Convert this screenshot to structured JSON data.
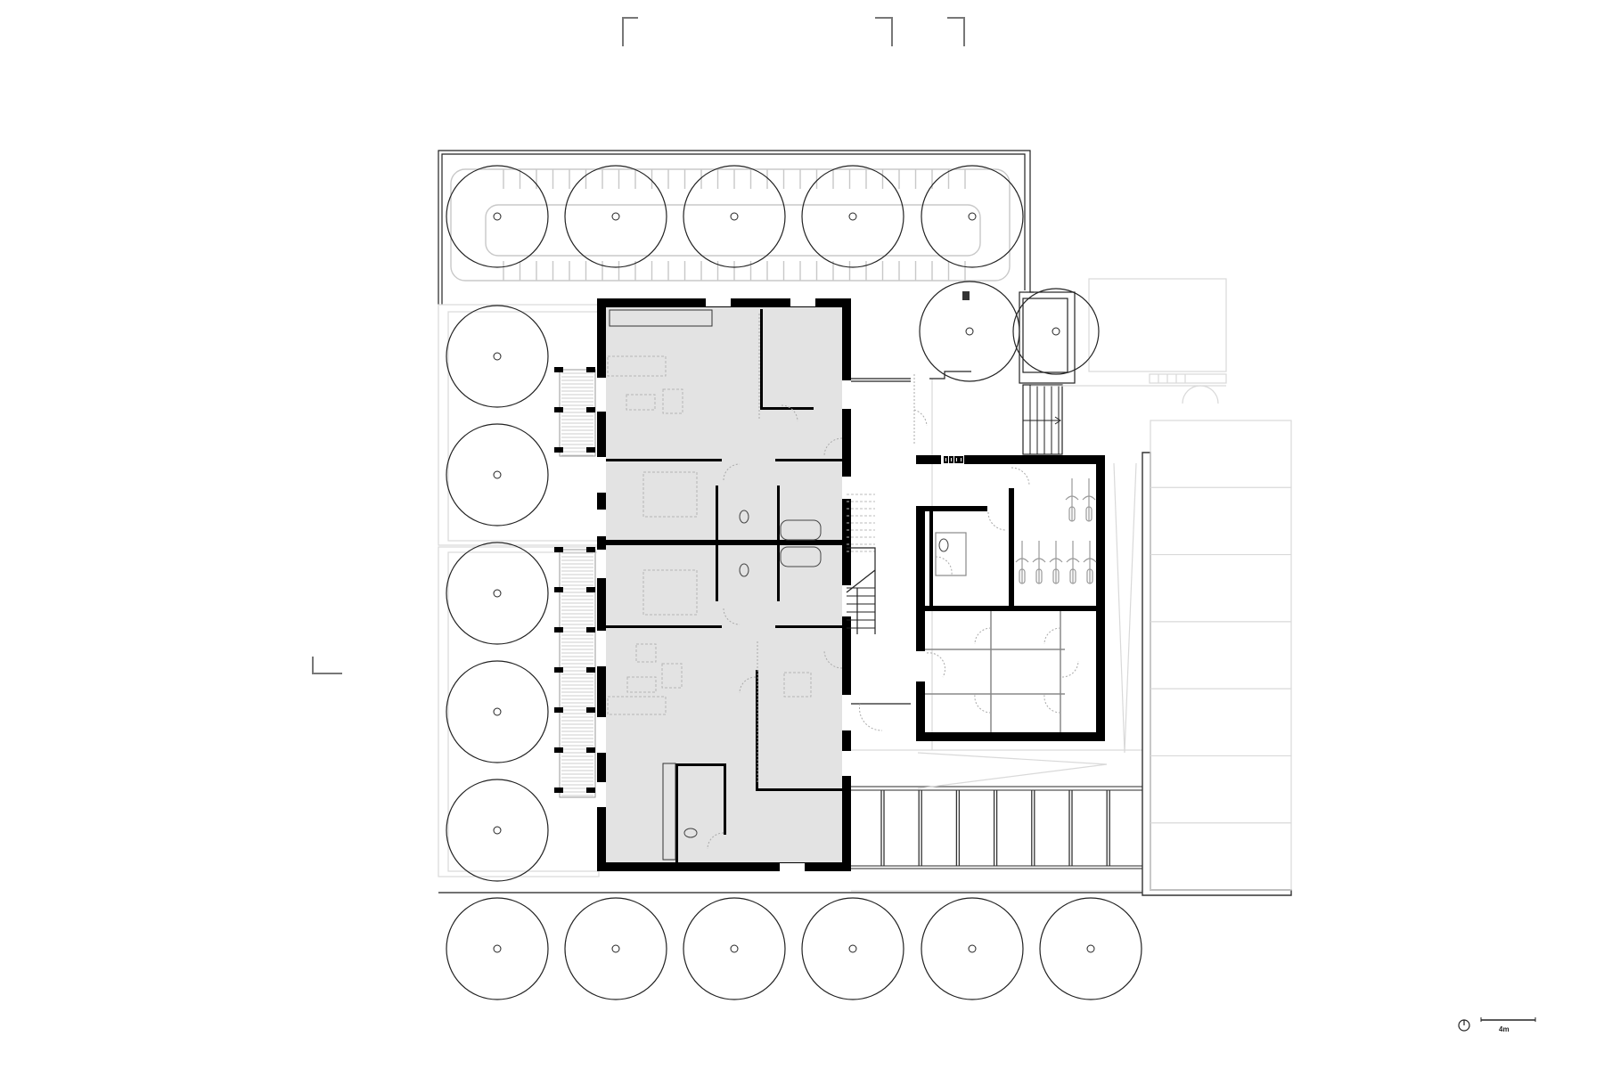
{
  "drawing": {
    "type": "site floor plan",
    "colors": {
      "background": "#ffffff",
      "wall": "#000000",
      "interior_floor": "#e3e3e3",
      "line": "#222222",
      "light_line": "#c8c8c8"
    }
  },
  "legend": {
    "scale_label": "4m",
    "north_arrow": "north-arrow-icon"
  },
  "site": {
    "trees_top_row": [
      [
        558,
        243
      ],
      [
        691,
        243
      ],
      [
        824,
        243
      ],
      [
        957,
        243
      ],
      [
        1091,
        243
      ]
    ],
    "trees_left_column": [
      [
        558,
        400
      ],
      [
        558,
        533
      ],
      [
        558,
        666
      ],
      [
        558,
        799
      ],
      [
        558,
        932
      ]
    ],
    "trees_bottom_row": [
      [
        558,
        1065
      ],
      [
        691,
        1065
      ],
      [
        824,
        1065
      ],
      [
        957,
        1065
      ],
      [
        1091,
        1065
      ],
      [
        1224,
        1065
      ]
    ],
    "trees_courtyard": [
      [
        1088,
        372,
        56
      ],
      [
        1185,
        372,
        48
      ]
    ],
    "tree_radius": 57,
    "parking_right_bays": 7,
    "bike_shelter_bays": 8
  },
  "buildings": {
    "residential": {
      "apartments": 4,
      "label": "residential-block"
    },
    "service": {
      "rooms": [
        "wc",
        "bike-storage",
        "storage-cellars"
      ]
    }
  }
}
